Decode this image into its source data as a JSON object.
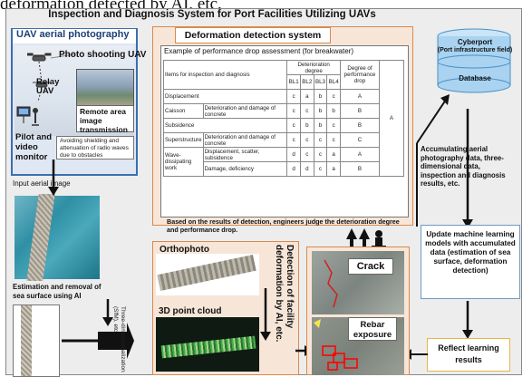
{
  "top_caption": "deformation detected by AI, etc.",
  "title": "Inspection and Diagnosis System for Port Facilities Utilizing UAVs",
  "uav": {
    "title": "UAV aerial photography",
    "photo_uav": "Photo shooting UAV",
    "relay_uav": "Relay UAV",
    "pilot": "Pilot and video monitor",
    "remote_lines": [
      "Remote area image",
      "transmission system"
    ],
    "avoid_note": "Avoiding shielding and attenuation of radio waves due to obstacles"
  },
  "deformation": {
    "title": "Deformation detection system",
    "table_title": "Example of performance drop assessment (for breakwater)",
    "table": {
      "items_header": "Items for inspection and diagnosis",
      "deterioration_header": "Deterioration degree",
      "bl_headers": [
        "BL1",
        "BL2",
        "BL3",
        "BL4"
      ],
      "perf_header": "Degree of performance drop",
      "overall": "A",
      "rows": [
        {
          "group": "Displacement",
          "item": "",
          "bl": [
            "c",
            "a",
            "b",
            "c"
          ],
          "perf": "A"
        },
        {
          "group": "Caisson",
          "item": "Deterioration and damage of concrete",
          "bl": [
            "c",
            "c",
            "b",
            "b"
          ],
          "perf": "B"
        },
        {
          "group": "Subsidence",
          "item": "",
          "bl": [
            "c",
            "b",
            "b",
            "c"
          ],
          "perf": "B"
        },
        {
          "group": "Superstructure",
          "item": "Deterioration and damage of concrete",
          "bl": [
            "c",
            "c",
            "c",
            "c"
          ],
          "perf": "C"
        },
        {
          "group": "Wave-dissipating work",
          "item": "Displacement, scatter, subsidence",
          "bl": [
            "d",
            "c",
            "c",
            "a"
          ],
          "perf": "A"
        },
        {
          "group": "",
          "item": "Damage, deficiency",
          "bl": [
            "d",
            "d",
            "c",
            "a"
          ],
          "perf": "B"
        }
      ]
    },
    "based_text": "Based on the results of detection, engineers judge the deterioration degree and performance drop."
  },
  "cyberport": {
    "name": "Cyberport",
    "subtitle": "(Port infrastructure field)",
    "database": "Database"
  },
  "accumulating": "Accumulating aerial photography data, three-dimensional data, inspection and diagnosis results, etc.",
  "update": "Update machine learning models with accumulated data (estimation of sea surface, deformation detection)",
  "reflect": "Reflect learning results",
  "input_aerial": "Input aerial image",
  "estimation": "Estimation and removal of sea surface using AI",
  "ortho": {
    "orthophoto": "Orthophoto",
    "point_cloud": "3D point cloud",
    "three_d_label": "Three-dimensionalization (SfM), etc."
  },
  "detection_vertical": "Detection of facility deformation by AI, etc.",
  "crack": "Crack",
  "rebar": "Rebar exposure",
  "colors": {
    "uav_border": "#3a6fb0",
    "deformation_bg": "#f7e6d8",
    "deformation_border": "#d88a4e",
    "cyber_fill": "#a9d3f0",
    "reflect_border": "#e8b648",
    "detection_box": "#ff0000"
  }
}
